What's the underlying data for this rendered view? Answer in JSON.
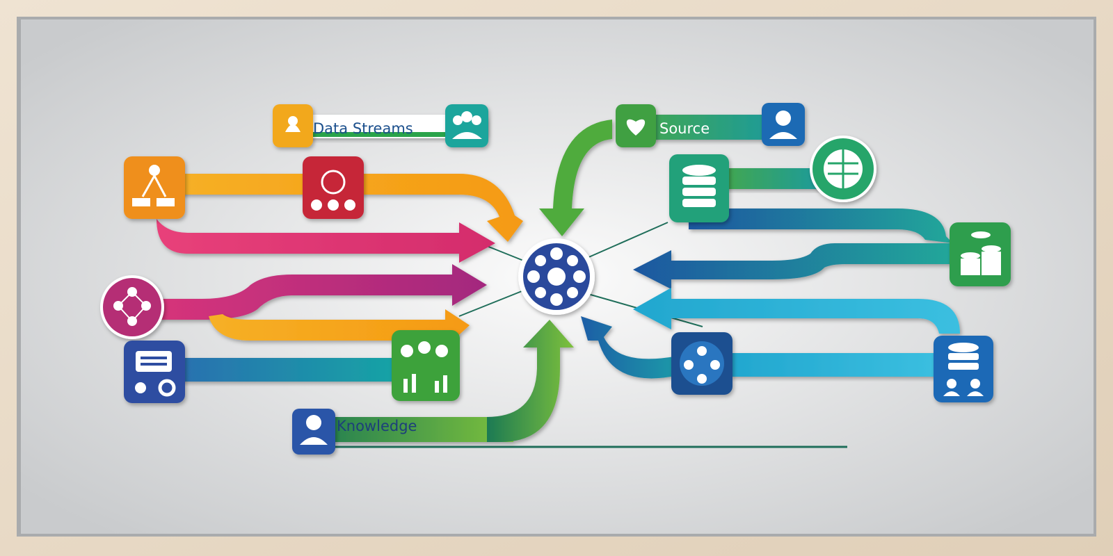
{
  "labels": {
    "data_streams": "Data Streams",
    "source": "Source",
    "knowledge": "Knowledge"
  },
  "colors": {
    "frame": "#e6d8c4",
    "board": "#d3d5d7",
    "orange": "#f39c12",
    "pink": "#d6336c",
    "magenta": "#b02a78",
    "green": "#43a047",
    "lime": "#8bc34a",
    "teal": "#17a2a0",
    "blue": "#1f5a9e",
    "cyan": "#26b0d6",
    "navy": "#2c4a9c",
    "red": "#c62838",
    "dark_green": "#1b7d4a"
  },
  "icons": [
    "hand-coin-icon",
    "people-group-icon",
    "user-icon",
    "people-network-icon",
    "factory-analytics-icon",
    "heart-hands-icon",
    "database-icon",
    "globe-brain-icon",
    "coin-stack-icon",
    "node-network-icon",
    "chat-gear-icon",
    "hub-network-icon"
  ]
}
